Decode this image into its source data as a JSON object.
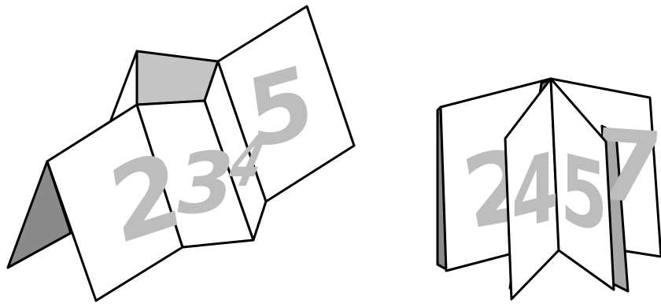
{
  "left_fold": {
    "page_numbers": [
      "2",
      "3",
      "4",
      "5"
    ]
  },
  "right_fold": {
    "page_numbers": [
      "2",
      "4",
      "5",
      "7"
    ]
  }
}
